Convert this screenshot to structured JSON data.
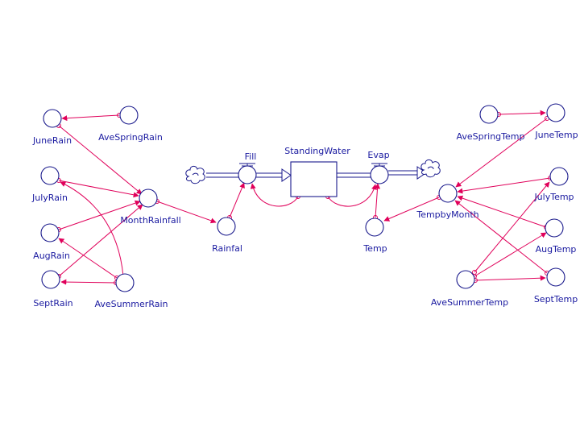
{
  "colors": {
    "node_outline": "#1a1a8c",
    "label": "#1a1aa0",
    "connector": "#e0005a"
  },
  "icons": {
    "source": "cloud-icon",
    "sink": "cloud-icon",
    "valve": "valve-icon"
  },
  "stock": {
    "label": "StandingWater"
  },
  "flows": [
    {
      "id": "fill",
      "label": "Fill",
      "from": "source-cloud",
      "to": "StandingWater"
    },
    {
      "id": "evap",
      "label": "Evap",
      "from": "StandingWater",
      "to": "sink-cloud"
    }
  ],
  "variables": [
    {
      "id": "june-rain",
      "label": "JuneRain"
    },
    {
      "id": "ave-spring-rain",
      "label": "AveSpringRain"
    },
    {
      "id": "july-rain",
      "label": "JulyRain"
    },
    {
      "id": "month-rainfall",
      "label": "MonthRainfall"
    },
    {
      "id": "aug-rain",
      "label": "AugRain"
    },
    {
      "id": "sept-rain",
      "label": "SeptRain"
    },
    {
      "id": "ave-summer-rain",
      "label": "AveSummerRain"
    },
    {
      "id": "rainfal",
      "label": "Rainfal"
    },
    {
      "id": "temp",
      "label": "Temp"
    },
    {
      "id": "ave-spring-temp",
      "label": "AveSpringTemp"
    },
    {
      "id": "june-temp",
      "label": "JuneTemp"
    },
    {
      "id": "july-temp",
      "label": "JulyTemp"
    },
    {
      "id": "tempby-month",
      "label": "TempbyMonth"
    },
    {
      "id": "aug-temp",
      "label": "AugTemp"
    },
    {
      "id": "ave-summer-temp",
      "label": "AveSummerTemp"
    },
    {
      "id": "sept-temp",
      "label": "SeptTemp"
    }
  ],
  "connectors": [
    {
      "from": "ave-spring-rain",
      "to": "june-rain"
    },
    {
      "from": "june-rain",
      "to": "month-rainfall"
    },
    {
      "from": "july-rain",
      "to": "month-rainfall"
    },
    {
      "from": "aug-rain",
      "to": "month-rainfall"
    },
    {
      "from": "sept-rain",
      "to": "month-rainfall"
    },
    {
      "from": "ave-summer-rain",
      "to": "july-rain"
    },
    {
      "from": "ave-summer-rain",
      "to": "aug-rain"
    },
    {
      "from": "ave-summer-rain",
      "to": "sept-rain"
    },
    {
      "from": "month-rainfall",
      "to": "rainfal"
    },
    {
      "from": "rainfal",
      "to": "fill"
    },
    {
      "from": "standing-water",
      "to": "fill"
    },
    {
      "from": "standing-water",
      "to": "evap"
    },
    {
      "from": "temp",
      "to": "evap"
    },
    {
      "from": "tempby-month",
      "to": "temp"
    },
    {
      "from": "ave-spring-temp",
      "to": "june-temp"
    },
    {
      "from": "june-temp",
      "to": "tempby-month"
    },
    {
      "from": "july-temp",
      "to": "tempby-month"
    },
    {
      "from": "aug-temp",
      "to": "tempby-month"
    },
    {
      "from": "sept-temp",
      "to": "tempby-month"
    },
    {
      "from": "ave-summer-temp",
      "to": "july-temp"
    },
    {
      "from": "ave-summer-temp",
      "to": "aug-temp"
    },
    {
      "from": "ave-summer-temp",
      "to": "sept-temp"
    }
  ]
}
